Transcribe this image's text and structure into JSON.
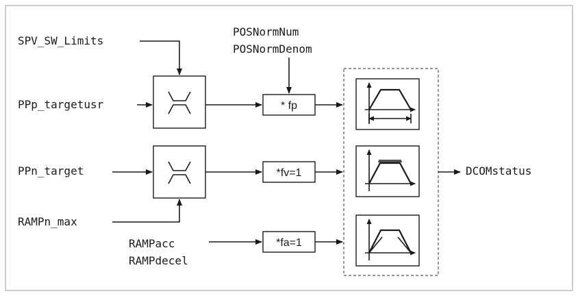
{
  "inputs": {
    "spv_sw_limits": "SPV_SW_Limits",
    "pos_norm_num": "POSNormNum",
    "pos_norm_denom": "POSNormDenom",
    "ppp_targetusr": "PPp_targetusr",
    "ppn_target": "PPn_target",
    "rampn_max": "RAMPn_max",
    "rampacc": "RAMPacc",
    "rampdecel": "RAMPdecel"
  },
  "factors": {
    "position": "* fp",
    "velocity": "*fv=1",
    "acceleration": "*fa=1"
  },
  "output": {
    "dcomstatus": "DCOMstatus"
  }
}
